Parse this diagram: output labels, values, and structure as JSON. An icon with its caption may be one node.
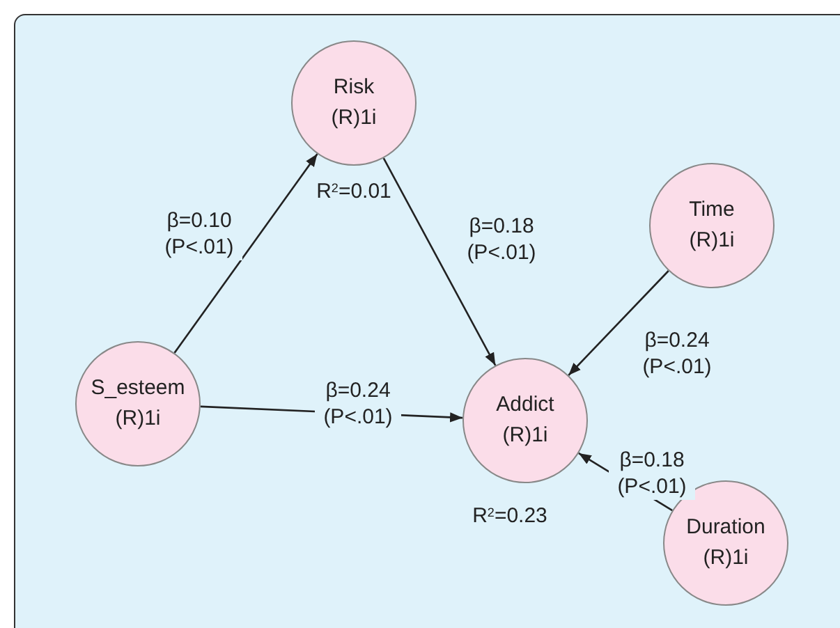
{
  "diagram": {
    "nodes": [
      {
        "text": [
          "Risk",
          "(R)1i"
        ],
        "beside": [
          "R$^{2}$=0.01"
        ]
      },
      {
        "text": [
          "Time",
          "(R)1i"
        ]
      },
      {
        "text": [
          "S_esteem",
          "(R)1i"
        ]
      },
      {
        "text": [
          "Addict",
          "(R)1i"
        ],
        "beside": [
          "R$^{2}$=0.23"
        ]
      },
      {
        "text": [
          "Duration",
          "(R)1i"
        ]
      }
    ],
    "edges": [
      {
        "from": 2,
        "to": 0,
        "arrow": "to",
        "label": "β=0.10 (P<.01)"
      },
      {
        "from": 0,
        "to": 3,
        "arrow": "to",
        "label": "β=0.18 (P<.01)"
      },
      {
        "from": 1,
        "to": 3,
        "arrow": "to",
        "label": "β=0.24 (P<.01)"
      },
      {
        "from": 2,
        "to": 3,
        "arrow": "to",
        "label": "β=0.24 (P<.01)"
      },
      {
        "from": 4,
        "to": 3,
        "arrow": "to",
        "label": "β=0.18 (P<.01)"
      }
    ]
  }
}
